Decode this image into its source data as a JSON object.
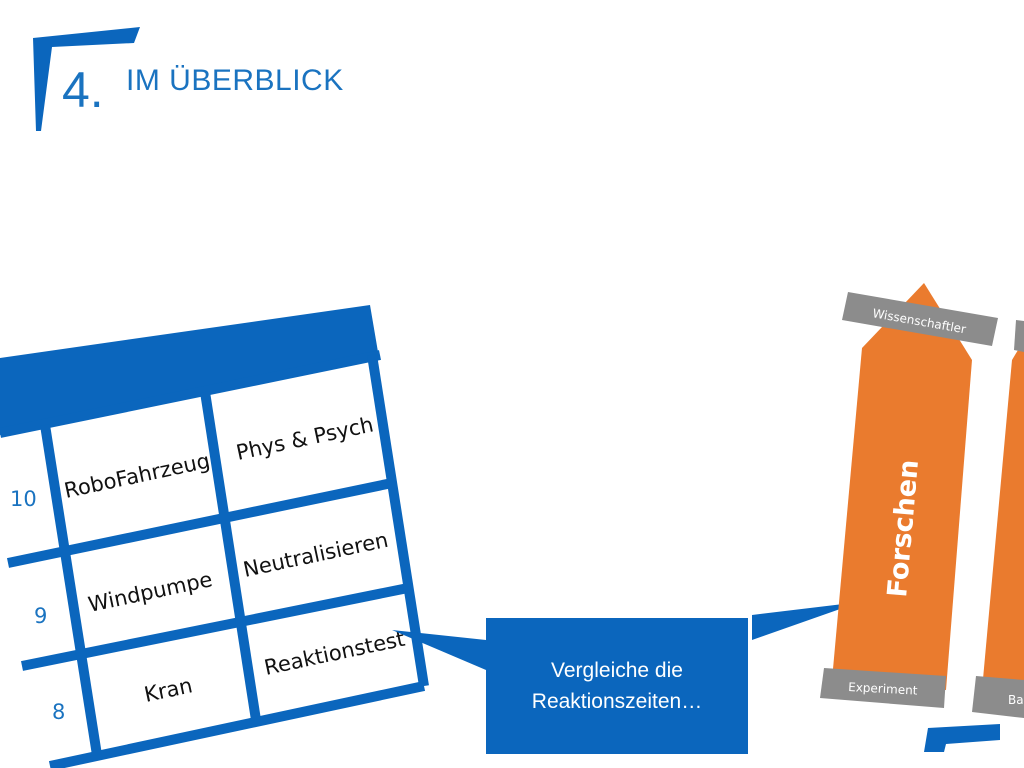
{
  "header": {
    "number": "4.",
    "title": "IM ÜBERBLICK"
  },
  "table": {
    "rows": [
      {
        "label": "10",
        "cells": [
          "RoboFahrzeug",
          "Phys & Psych"
        ]
      },
      {
        "label": "9",
        "cells": [
          "Windpumpe",
          "Neutralisieren"
        ]
      },
      {
        "label": "8",
        "cells": [
          "Kran",
          "Reaktionstest"
        ]
      }
    ]
  },
  "callout": {
    "text": "Vergleiche die Reaktionszeiten…"
  },
  "pillar": {
    "title": "Forschen",
    "top_label": "Wissenschaftler",
    "bottom_label": "Experiment",
    "next_bottom_label": "Ba"
  },
  "colors": {
    "blue": "#0b66bd",
    "orange": "#ea7b2e",
    "gray": "#8c8c8c"
  }
}
